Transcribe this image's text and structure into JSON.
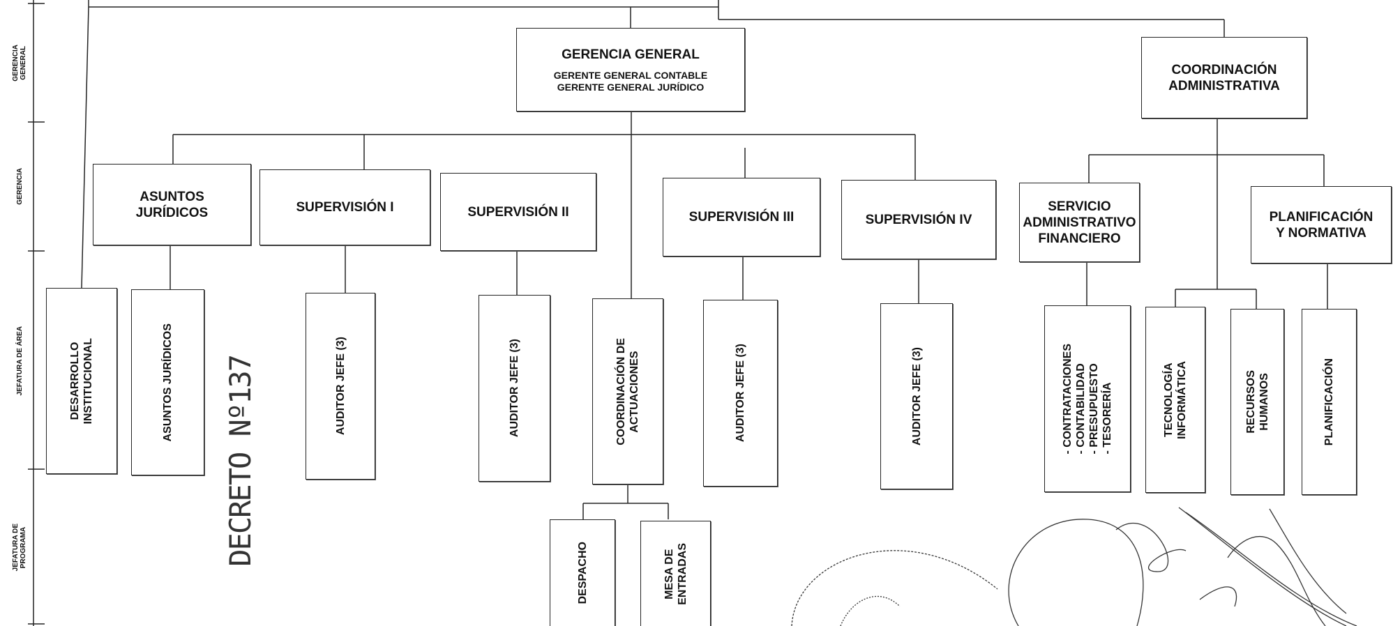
{
  "levels": [
    "GERENCIA\nGENERAL",
    "GERENCIA",
    "JEFATURA DE ÁREA",
    "JEFATURA DE\nPROGRAMA"
  ],
  "gerencia_general": {
    "title": "GERENCIA GENERAL",
    "sub": "GERENTE GENERAL CONTABLE\nGERENTE GENERAL JURÍDICO"
  },
  "coordinacion_administrativa": "COORDINACIÓN\nADMINISTRATIVA",
  "gerencia": {
    "asuntos_juridicos": "ASUNTOS\nJURÍDICOS",
    "supervision_1": "SUPERVISIÓN I",
    "supervision_2": "SUPERVISIÓN II",
    "supervision_3": "SUPERVISIÓN III",
    "supervision_4": "SUPERVISIÓN IV",
    "servicio_adm": "SERVICIO\nADMINISTRATIVO\nFINANCIERO",
    "planificacion_normativa": "PLANIFICACIÓN\nY NORMATIVA"
  },
  "jefatura_area": {
    "desarrollo": "DESARROLLO\nINSTITUCIONAL",
    "asuntos_juridicos": "ASUNTOS JURÍDICOS",
    "auditor_1": "AUDITOR JEFE (3)",
    "auditor_2": "AUDITOR JEFE (3)",
    "coordinacion_actuaciones": "COORDINACIÓN DE\nACTUACIONES",
    "auditor_3": "AUDITOR JEFE (3)",
    "auditor_4": "AUDITOR JEFE (3)",
    "contrataciones": "- CONTRATACIONES\n- CONTABILIDAD\n- PRESUPUESTO\n- TESORERÍA",
    "tecnologia": "TECNOLOGÍA\nINFORMÁTICA",
    "recursos_humanos": "RECURSOS\nHUMANOS",
    "planificacion": "PLANIFICACIÓN"
  },
  "jefatura_programa": {
    "despacho": "DESPACHO",
    "mesa_entradas": "MESA DE\nENTRADAS"
  },
  "stamp": "DECRETO Nº137"
}
